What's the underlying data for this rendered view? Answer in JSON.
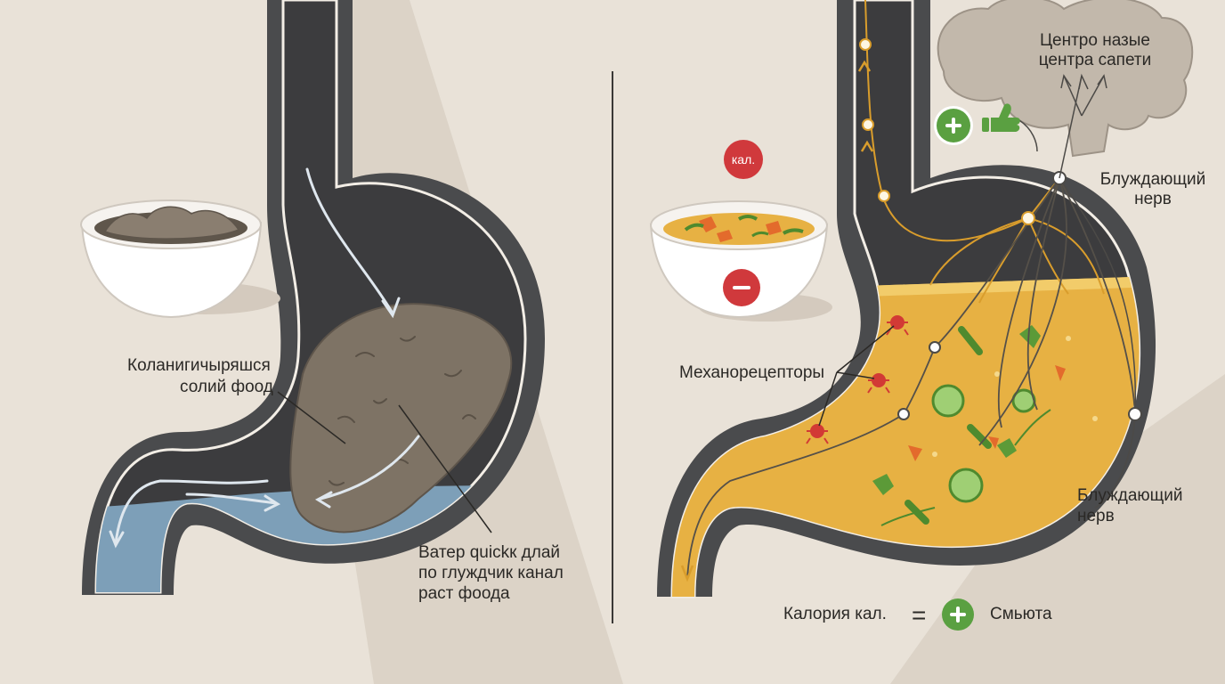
{
  "left_panel": {
    "label_food": [
      "Коланигичыряшся",
      "солий фоод"
    ],
    "label_water": [
      "Ватер quickк длай",
      "по глуждчик канал",
      "раст фоода"
    ]
  },
  "right_panel": {
    "kcal_badge": "кал.",
    "brain_label": [
      "Центро назые",
      "центра сапети"
    ],
    "vagus_label_top": [
      "Блуждающий",
      "нерв"
    ],
    "vagus_label_bottom": [
      "Блуждающий",
      "нерв"
    ],
    "mechanoreceptors_label": "Механорецепторы",
    "equation": {
      "left": "Калория кал.",
      "sign": "=",
      "right": "Смьюта"
    }
  },
  "icons": [
    "stomach-left",
    "stomach-right",
    "bowl-solid-food-icon",
    "bowl-soup-icon",
    "brain-icon",
    "thumbs-up-icon",
    "plus-icon",
    "minus-icon"
  ],
  "colors": {
    "background": "#e9e2d8",
    "stomach_wall": "#4a4b4d",
    "solid_food": "#7e7365",
    "water": "#7d9fb8",
    "soup": "#e7b143",
    "nerve": "#d99d2c",
    "receptor": "#d23a35",
    "plus": "#5aa041",
    "minus": "#d0393c"
  }
}
